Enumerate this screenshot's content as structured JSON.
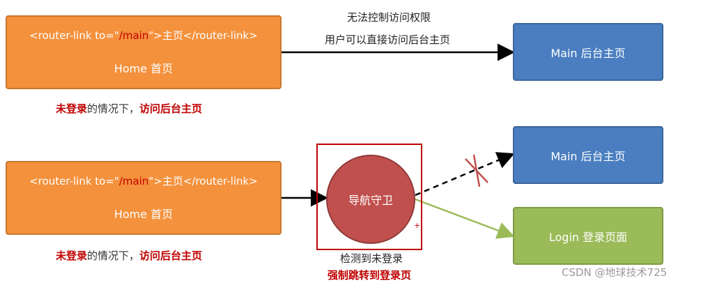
{
  "colors": {
    "orange": "#F4913C",
    "blue": "#4A7EC0",
    "green": "#9BBB59",
    "red": "#C00000",
    "guard": "#C0504D"
  },
  "top": {
    "source": {
      "code_prefix": "<router-link to=\"",
      "code_path": "/main",
      "code_suffix": "\">主页</router-link>",
      "label": "Home 首页"
    },
    "arrow_caption_line1": "无法控制访问权限",
    "arrow_caption_line2": "用户可以直接访问后台主页",
    "target": "Main 后台主页",
    "note_red1": "未登录",
    "note_mid": "的情况下，",
    "note_red2": "访问后台主页"
  },
  "bottom": {
    "source": {
      "code_prefix": "<router-link to=\"",
      "code_path": "/main",
      "code_suffix": "\">主页</router-link>",
      "label": "Home 首页"
    },
    "guard": "导航守卫",
    "plus": "+",
    "guard_caption": "检测到未登录",
    "guard_caption_red": "强制跳转到登录页",
    "target_main": "Main 后台主页",
    "target_login": "Login 登录页面",
    "note_red1": "未登录",
    "note_mid": "的情况下，",
    "note_red2": "访问后台主页"
  },
  "watermark": "CSDN @地球技术725"
}
